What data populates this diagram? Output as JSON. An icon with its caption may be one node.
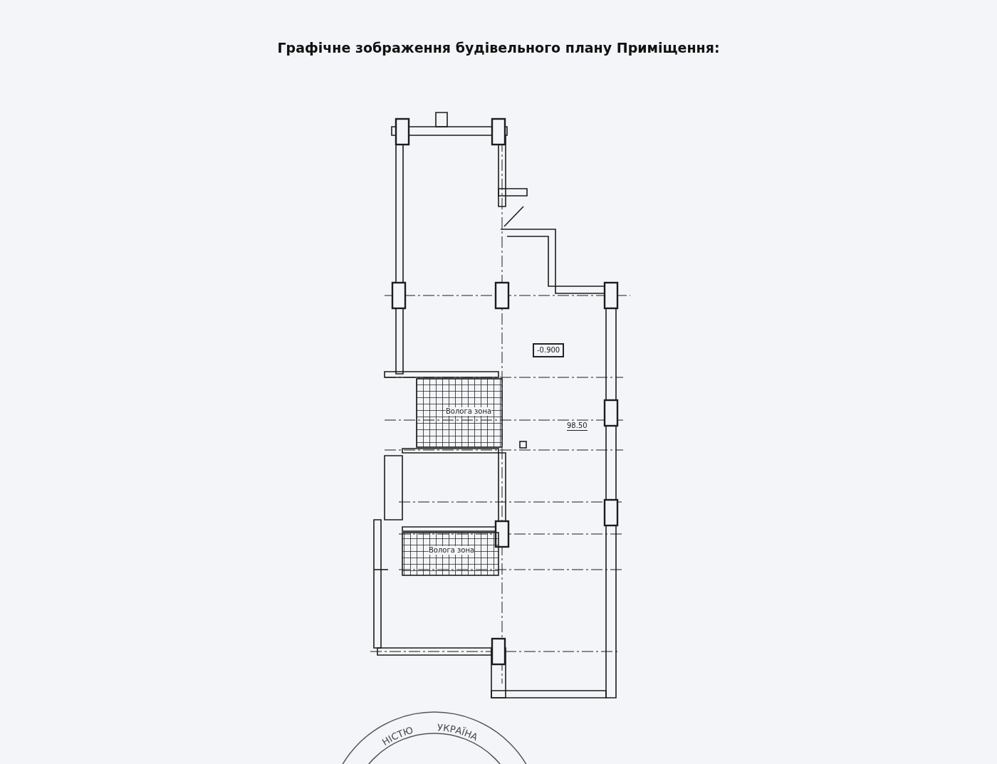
{
  "diagram": {
    "title": "Графічне зображення будівельного плану Приміщення:",
    "labels": [
      "-0.900",
      "Волога зона",
      "98.50",
      "Волога зона",
      "НІСТЮ",
      "УКРАЇНА"
    ]
  }
}
